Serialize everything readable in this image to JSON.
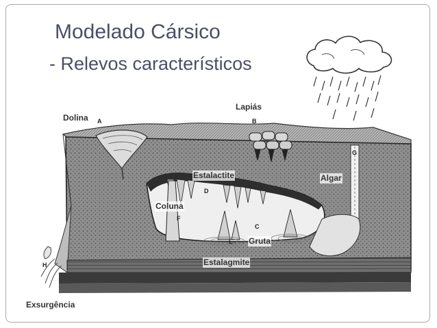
{
  "slide": {
    "title_line1": "Modelado Cársico",
    "title_line2": "- Relevos característicos"
  },
  "labels": {
    "dolina": "Dolina",
    "lapias": "Lapiás",
    "estalactite": "Estalactite",
    "algar": "Algar",
    "coluna": "Coluna",
    "gruta": "Gruta",
    "estalagmite": "Estalagmite",
    "exsurgencia": "Exsurgência"
  },
  "letters": {
    "a": "A",
    "b": "B",
    "c": "C",
    "d": "D",
    "e": "E",
    "f": "F",
    "g": "G",
    "h": "H"
  },
  "colors": {
    "title": "#4a4f66",
    "frame": "#a9a9a9",
    "rock": "#8a8a8a",
    "rock_dark": "#3a3a3a",
    "cave": "#ececec"
  }
}
